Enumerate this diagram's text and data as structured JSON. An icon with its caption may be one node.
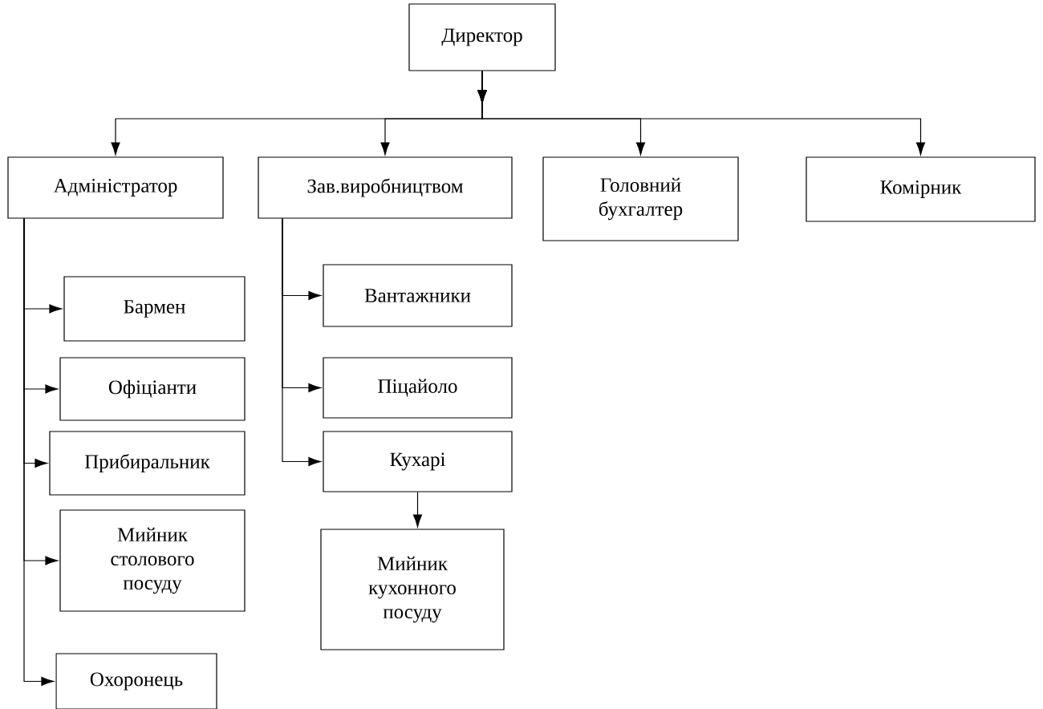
{
  "diagram": {
    "nodes": [
      {
        "text": [
          "Директор"
        ]
      },
      {
        "text": [
          "Адміністратор"
        ]
      },
      {
        "text": [
          "Зав.виробництвом"
        ]
      },
      {
        "text": [
          "Головний бухгалтер"
        ]
      },
      {
        "text": [
          "Комірник"
        ]
      },
      {
        "text": [
          "Бармен"
        ]
      },
      {
        "text": [
          "Офіціанти"
        ]
      },
      {
        "text": [
          "Прибиральник"
        ]
      },
      {
        "text": [
          "Мийник столового посуду"
        ]
      },
      {
        "text": [
          "Охоронець"
        ]
      },
      {
        "text": [
          "Вантажники"
        ]
      },
      {
        "text": [
          "Піцайоло"
        ]
      },
      {
        "text": [
          "Кухарі"
        ]
      },
      {
        "text": [
          "Мийник кухонного посуду"
        ]
      }
    ],
    "edges": [
      {
        "from": 0,
        "to": 1,
        "arrow": "to"
      },
      {
        "from": 0,
        "to": 2,
        "arrow": "to"
      },
      {
        "from": 0,
        "to": 3,
        "arrow": "to"
      },
      {
        "from": 0,
        "to": 4,
        "arrow": "to"
      },
      {
        "from": 1,
        "to": 5,
        "arrow": "to"
      },
      {
        "from": 1,
        "to": 6,
        "arrow": "to"
      },
      {
        "from": 1,
        "to": 7,
        "arrow": "to"
      },
      {
        "from": 1,
        "to": 8,
        "arrow": "to"
      },
      {
        "from": 1,
        "to": 9,
        "arrow": "to"
      },
      {
        "from": 2,
        "to": 10,
        "arrow": "to"
      },
      {
        "from": 2,
        "to": 11,
        "arrow": "to"
      },
      {
        "from": 2,
        "to": 12,
        "arrow": "to"
      },
      {
        "from": 12,
        "to": 13,
        "arrow": "to"
      }
    ]
  }
}
